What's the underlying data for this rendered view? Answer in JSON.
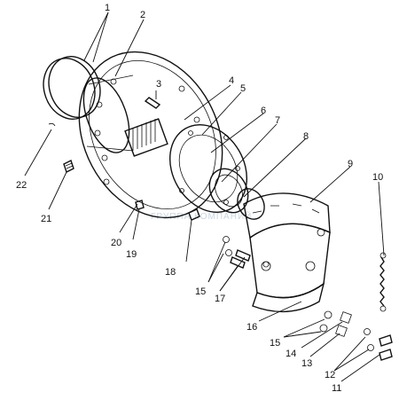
{
  "watermark": "ГРУППА КОМПАНИЙ",
  "callouts": [
    "1",
    "2",
    "3",
    "4",
    "5",
    "6",
    "7",
    "8",
    "9",
    "10",
    "11",
    "12",
    "13",
    "14",
    "15",
    "15",
    "16",
    "17",
    "18",
    "19",
    "20",
    "21",
    "22"
  ]
}
